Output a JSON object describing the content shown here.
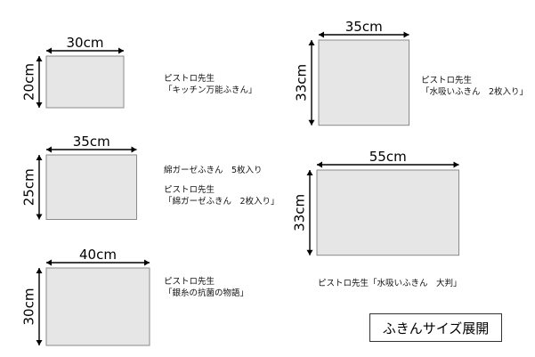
{
  "chart_data": {
    "type": "diagram",
    "title": "ふきんサイズ展開",
    "items": [
      {
        "width_cm": 30,
        "height_cm": 20,
        "width_label": "30cm",
        "height_label": "20cm",
        "caption": [
          "ピストロ先生",
          "「キッチン万能ふきん」"
        ]
      },
      {
        "width_cm": 35,
        "height_cm": 25,
        "width_label": "35cm",
        "height_label": "25cm",
        "caption": [
          "綿ガーゼふきん　5枚入り",
          "",
          "ピストロ先生",
          "「綿ガーゼふきん　2枚入り」"
        ]
      },
      {
        "width_cm": 40,
        "height_cm": 30,
        "width_label": "40cm",
        "height_label": "30cm",
        "caption": [
          "ピストロ先生",
          "「銀糸の抗菌の物語」"
        ]
      },
      {
        "width_cm": 35,
        "height_cm": 33,
        "width_label": "35cm",
        "height_label": "33cm",
        "caption": [
          "ピストロ先生",
          "「水吸いふきん　2枚入り」"
        ]
      },
      {
        "width_cm": 55,
        "height_cm": 33,
        "width_label": "55cm",
        "height_label": "33cm",
        "caption": [
          "ピストロ先生「水吸いふきん　大判」"
        ]
      }
    ]
  },
  "colors": {
    "towel_fill": "#e6e6e6",
    "towel_stroke": "#8a8a8a",
    "line": "#000000"
  }
}
